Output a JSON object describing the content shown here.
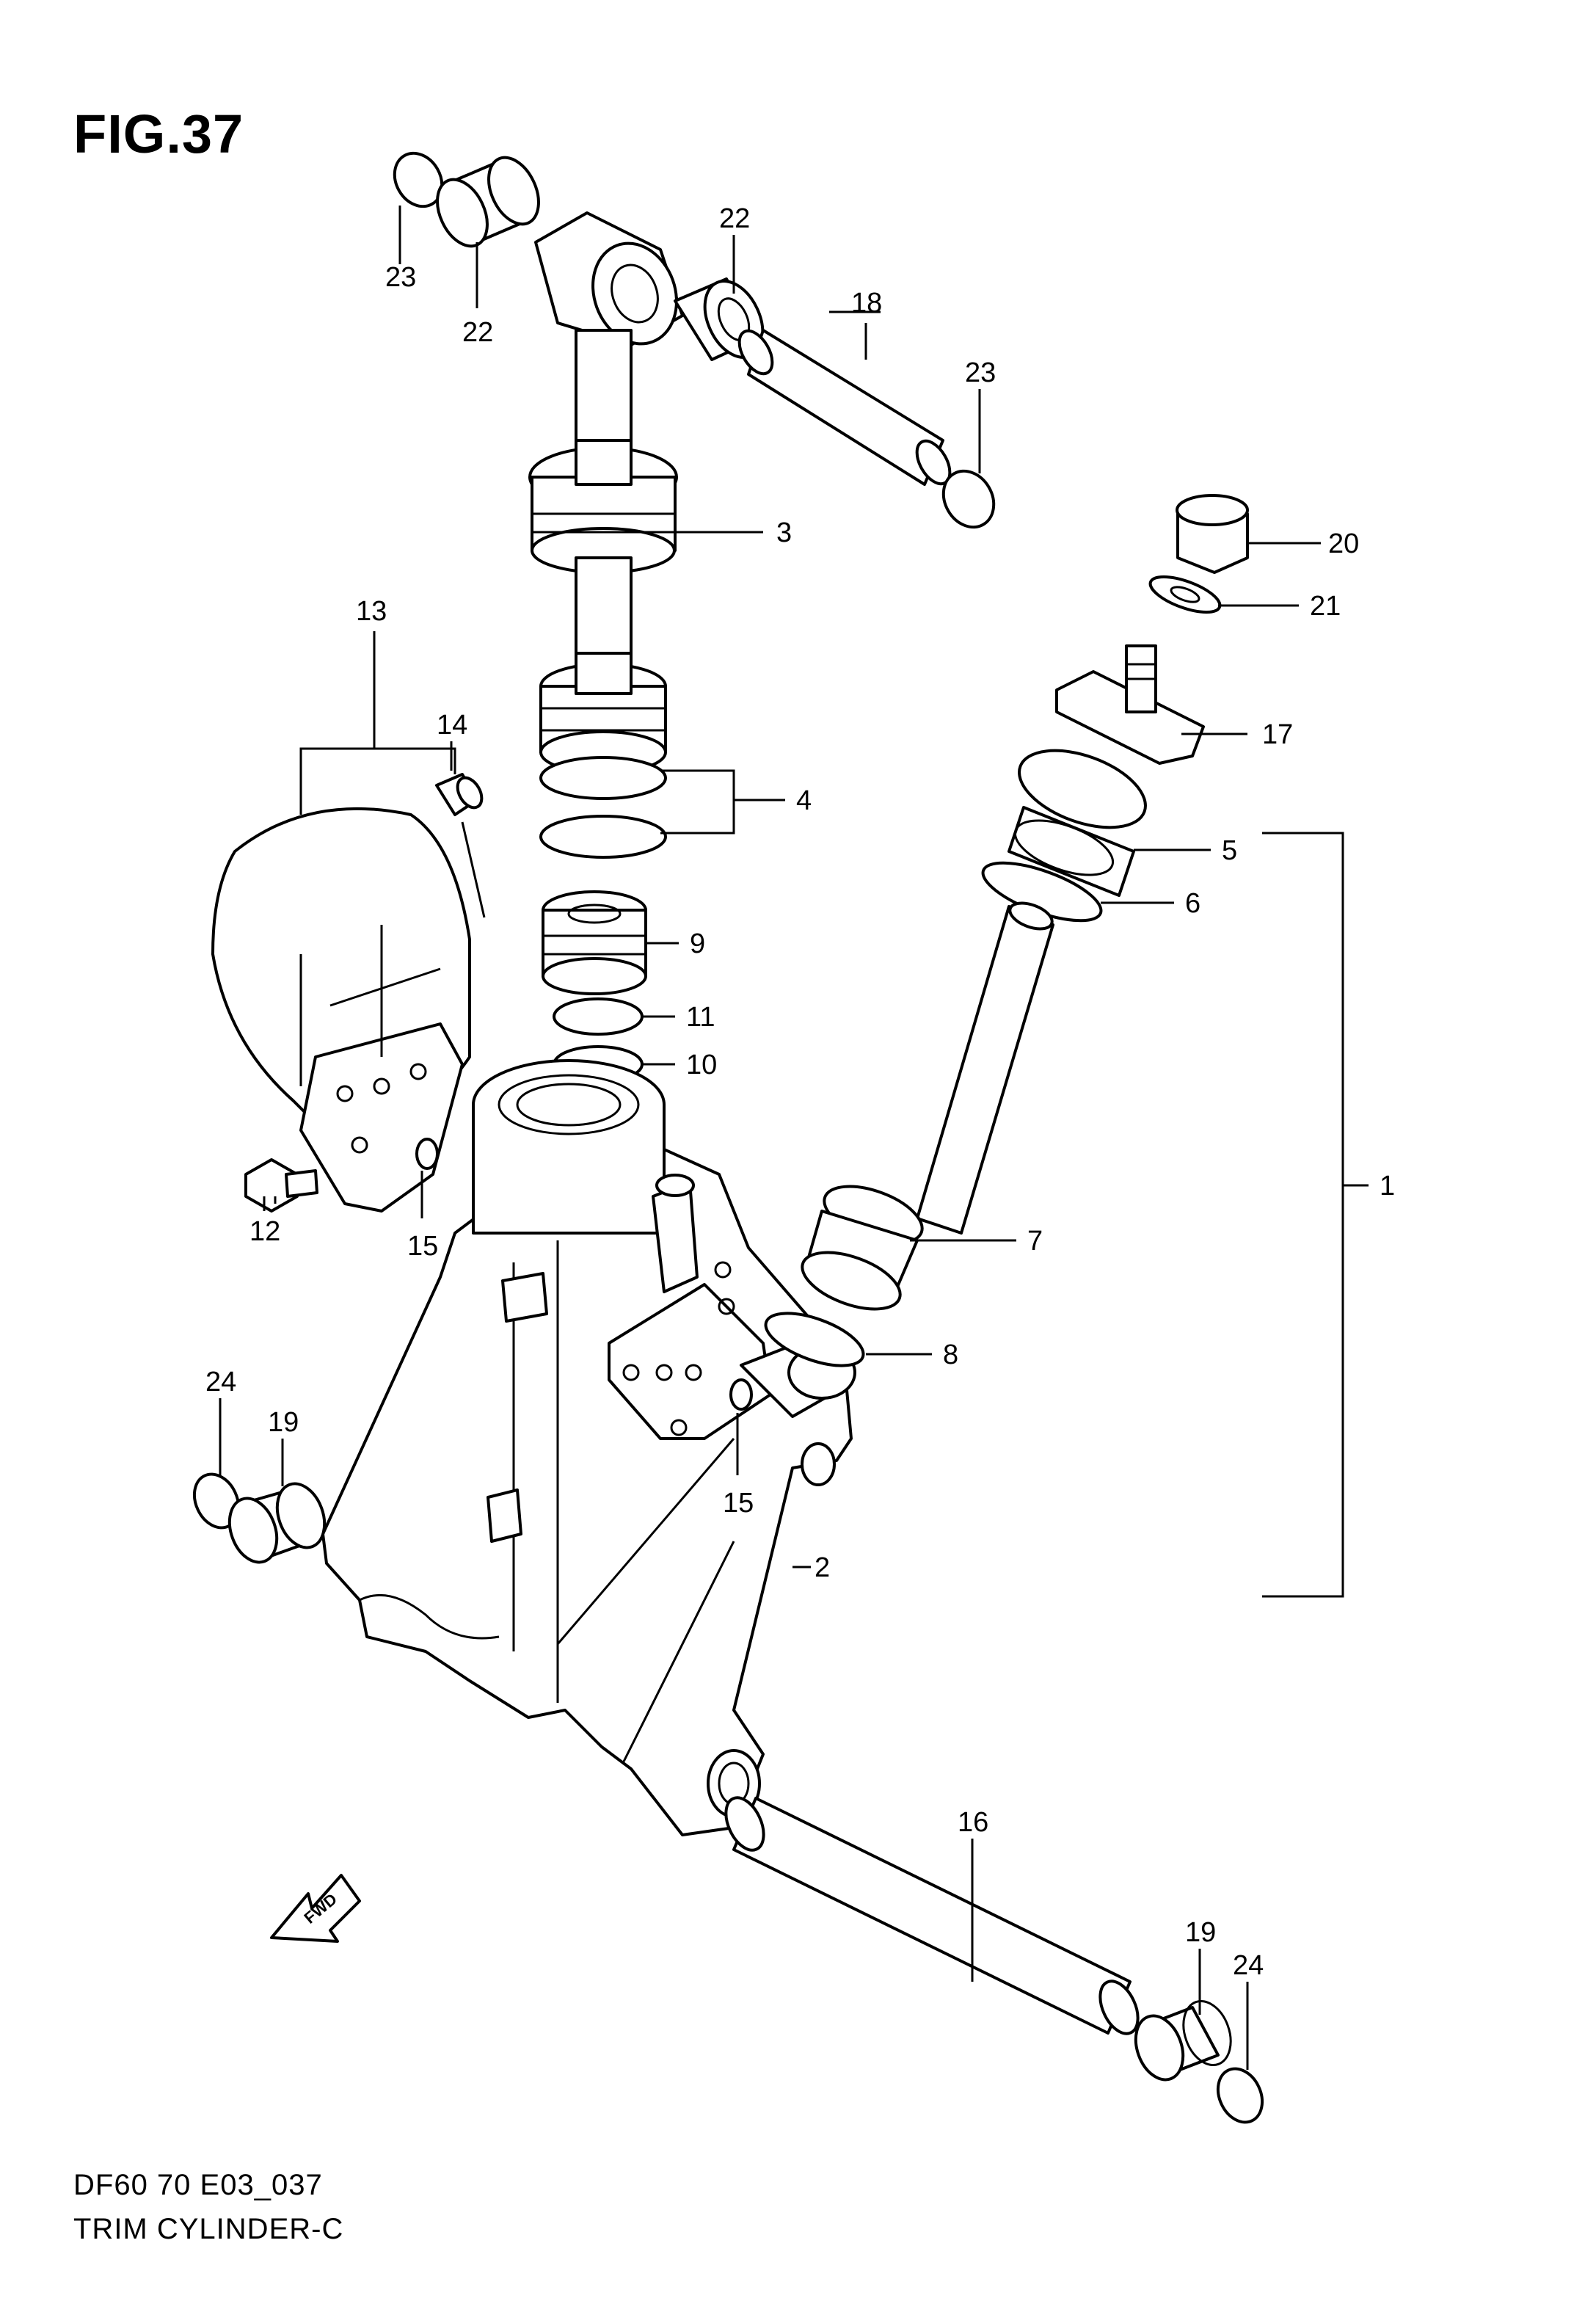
{
  "figure": {
    "title": "FIG.37",
    "code": "DF60 70 E03_037",
    "name": "TRIM CYLINDER-C"
  },
  "callouts": [
    "1",
    "2",
    "3",
    "4",
    "5",
    "6",
    "7",
    "8",
    "9",
    "10",
    "11",
    "12",
    "13",
    "14",
    "15",
    "15",
    "16",
    "17",
    "18",
    "19",
    "19",
    "20",
    "21",
    "22",
    "22",
    "23",
    "23",
    "24",
    "24"
  ],
  "fwd_label": "FWD"
}
